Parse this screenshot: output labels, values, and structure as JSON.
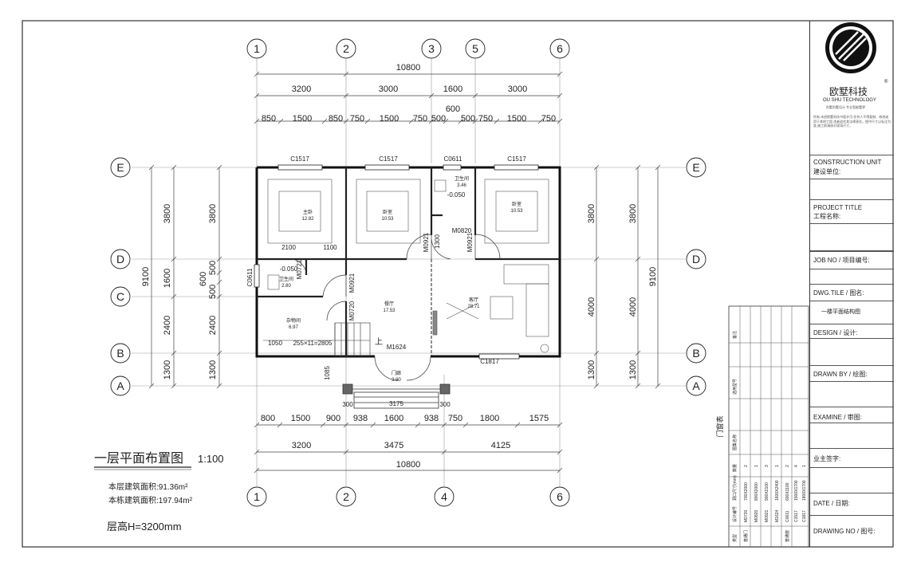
{
  "drawing": {
    "title": "一层平面布置图",
    "scale": "1:100",
    "floor_area": "本层建筑面积:91.36m²",
    "total_area": "本栋建筑面积:197.94m²",
    "floor_height": "层高H=3200mm",
    "stair_up": "上",
    "step_note": "255×11=2805"
  },
  "axes": {
    "top": [
      "1",
      "2",
      "3",
      "5",
      "6"
    ],
    "bottom": [
      "1",
      "2",
      "4",
      "6"
    ],
    "left": [
      "E",
      "D",
      "C",
      "B",
      "A"
    ],
    "right": [
      "E",
      "D",
      "B",
      "A"
    ]
  },
  "dimensions": {
    "top_total": "10800",
    "top_row1": [
      "3200",
      "3000",
      "1600",
      "3000"
    ],
    "top_600": "600",
    "top_row2": [
      "850",
      "1500",
      "850",
      "750",
      "1500",
      "750",
      "500",
      "500",
      "750",
      "1500",
      "750"
    ],
    "bottom_row1": [
      "800",
      "1500",
      "900",
      "938",
      "1600",
      "938",
      "750",
      "1800",
      "1575"
    ],
    "bottom_row2": [
      "3200",
      "3475",
      "4125"
    ],
    "bottom_total": "10800",
    "left_inner": [
      "3800",
      "1600",
      "2400",
      "1300"
    ],
    "left_outer": [
      "3800",
      "500",
      "600",
      "500",
      "2400",
      "1300"
    ],
    "left_total": "9100",
    "right_inner": [
      "3800",
      "4000",
      "1300"
    ],
    "right_outer": [
      "3800",
      "4000",
      "1300"
    ],
    "right_total": "9100",
    "internal": [
      "2100",
      "1100",
      "1300",
      "1050",
      "3175",
      "300",
      "300",
      "1085"
    ]
  },
  "openings": [
    "C1517",
    "C1517",
    "C0611",
    "C1517",
    "M0921",
    "M0820",
    "M0921",
    "C0611",
    "M0721",
    "M0921",
    "M0720",
    "M1624",
    "C1817"
  ],
  "rooms": [
    {
      "name": "主卧",
      "area": "12.82"
    },
    {
      "name": "卧室",
      "area": "10.53"
    },
    {
      "name": "卫生间",
      "area": "3.46"
    },
    {
      "name": "卧室",
      "area": "10.53"
    },
    {
      "name": "卫生间",
      "area": "2.80"
    },
    {
      "name": "客厅",
      "area": "28.71"
    },
    {
      "name": "餐厅",
      "area": "17.53"
    },
    {
      "name": "杂物间",
      "area": "6.97"
    },
    {
      "name": "门廊",
      "area": "3.90"
    }
  ],
  "levels": [
    "-0.050",
    "-0.050"
  ],
  "door_table": {
    "title": "门窗表",
    "headers": [
      "类型",
      "设计编号",
      "洞口尺寸(mm)",
      "数量",
      "图集名称",
      "选用型号",
      "备注"
    ],
    "types": [
      "普通门",
      "普通窗"
    ],
    "rows": [
      {
        "code": "M0720",
        "size": "700X2000",
        "qty": "2"
      },
      {
        "code": "M0820",
        "size": "800X2000",
        "qty": "1"
      },
      {
        "code": "M0921",
        "size": "900X2100",
        "qty": "3"
      },
      {
        "code": "M1624",
        "size": "1600X2400",
        "qty": "1"
      },
      {
        "code": "C0611",
        "size": "600X1100",
        "qty": "2"
      },
      {
        "code": "C1517",
        "size": "1500X1700",
        "qty": "4"
      },
      {
        "code": "C1817",
        "size": "1800X1700",
        "qty": "1"
      }
    ]
  },
  "title_block": {
    "brand_cn": "欧墅科技",
    "brand_en": "OU SHU TECHNOLOGY",
    "slogan": "别墅别墅设计   专业智能墅界",
    "note": "所有,未经欧墅科技书面许可,任何人不得复制、修改或用于其他工程,违者追究其法律责任。图中尺寸以标注为准,施工前请核对现场尺寸。",
    "fields": [
      {
        "en": "CONSTRUCTION UNIT",
        "cn": "建设单位:"
      },
      {
        "en": "PROJECT TITLE",
        "cn": "工程名称:"
      },
      {
        "en": "",
        "cn": "JOB NO / 项目编号:"
      },
      {
        "en": "",
        "cn": "DWG.TILE / 图名:"
      },
      {
        "en": "",
        "cn": "DESIGN / 设计:"
      },
      {
        "en": "",
        "cn": "DRAWN BY / 绘图:"
      },
      {
        "en": "",
        "cn": "EXAMINE / 审图:"
      },
      {
        "en": "",
        "cn": "业主签字:"
      },
      {
        "en": "",
        "cn": "DATE / 日期:"
      },
      {
        "en": "",
        "cn": "DRAWING NO / 图号:"
      }
    ],
    "dwg_title_value": "一楼平面结构图"
  }
}
